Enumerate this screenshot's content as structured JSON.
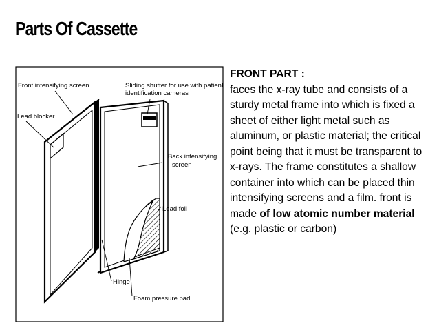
{
  "slide": {
    "title": "Parts Of Cassette"
  },
  "figure": {
    "labels": {
      "front_screen": "Front intensifying screen",
      "shutter_line1": "Sliding shutter for use with patient",
      "shutter_line2": "identification cameras",
      "lead_blocker": "Lead blocker",
      "back_screen_line1": "Back intensifying",
      "back_screen_line2": "screen",
      "lead_foil": "Lead foil",
      "hinge": "Hinge",
      "foam_pad": "Foam pressure pad"
    }
  },
  "text": {
    "heading": "FRONT PART :",
    "body_part1": "faces the x-ray tube and consists of a sturdy metal frame into which is fixed a sheet of either light metal such as aluminum, or plastic material; the critical point being that it must be transparent to x-rays. The frame constitutes a shallow container into which can be placed thin intensifying screens and a film. front is made ",
    "body_bold": "of low atomic number material",
    "body_part2": " (e.g. plastic or carbon)"
  }
}
